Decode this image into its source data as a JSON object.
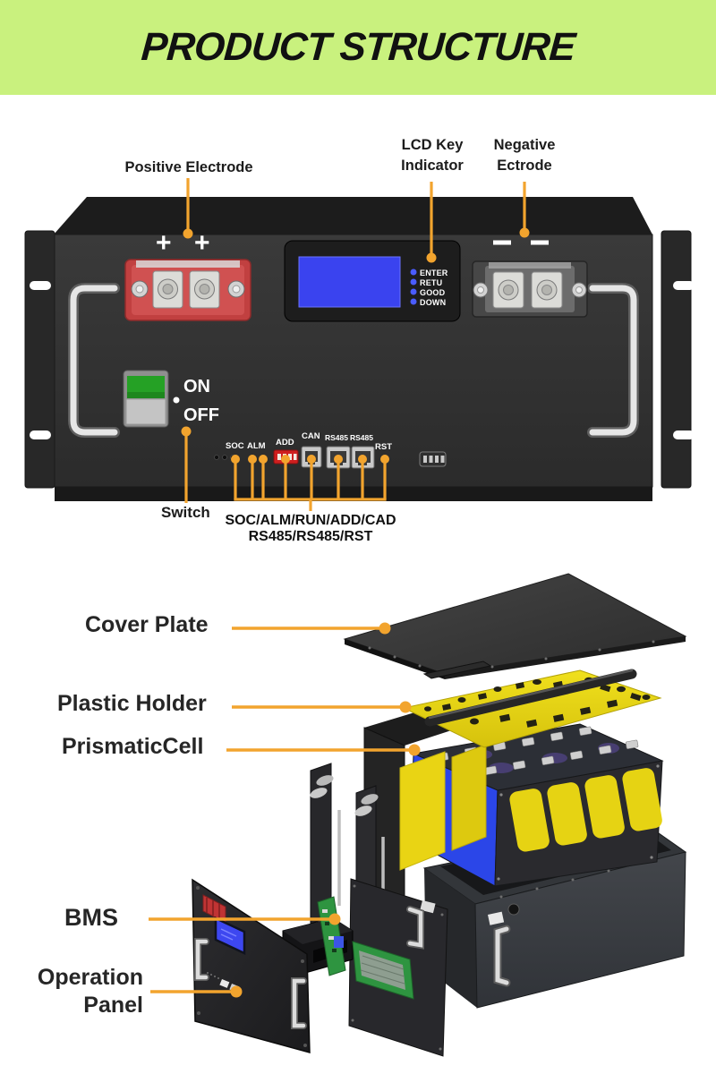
{
  "page": {
    "title": "PRODUCT STRUCTURE"
  },
  "colors": {
    "header_bg": "#C9F17E",
    "accent_orange": "#F2A42E",
    "chassis_dark": "#2E2E2E",
    "screen_blue": "#3A43EF",
    "led_blue": "#4A5CFF",
    "terminal_red": "#C64545",
    "switch_green": "#2AA42A",
    "holder_yellow": "#E6D313",
    "cell_blue": "#2B46E8"
  },
  "front_view": {
    "labels": {
      "positive_electrode": "Positive Electrode",
      "lcd_key_indicator_line1": "LCD Key",
      "lcd_key_indicator_line2": "Indicator",
      "negative_ectrode_line1": "Negative",
      "negative_ectrode_line2": "Ectrode",
      "switch": "Switch"
    },
    "terminal_signs": {
      "plus1": "+",
      "plus2": "+",
      "minus1": "—",
      "minus2": "—"
    },
    "lcd_indicators": [
      "ENTER",
      "RETU",
      "GOOD",
      "DOWN"
    ],
    "power_switch": {
      "on": "ON",
      "off": "OFF"
    },
    "ports": [
      {
        "label": "SOC"
      },
      {
        "label": "ALM"
      },
      {
        "label": "ADD"
      },
      {
        "label": "CAN"
      },
      {
        "label": "RS485"
      },
      {
        "label": "RS485"
      },
      {
        "label": "RST"
      }
    ],
    "ports_caption_line1": "SOC/ALM/RUN/ADD/CAD",
    "ports_caption_line2": "RS485/RS485/RST"
  },
  "exploded_view": {
    "labels": {
      "cover_plate": "Cover Plate",
      "plastic_holder": "Plastic Holder",
      "prismatic_cell": "PrismaticCell",
      "bms": "BMS",
      "operation_panel_line1": "Operation",
      "operation_panel_line2": "Panel"
    }
  }
}
